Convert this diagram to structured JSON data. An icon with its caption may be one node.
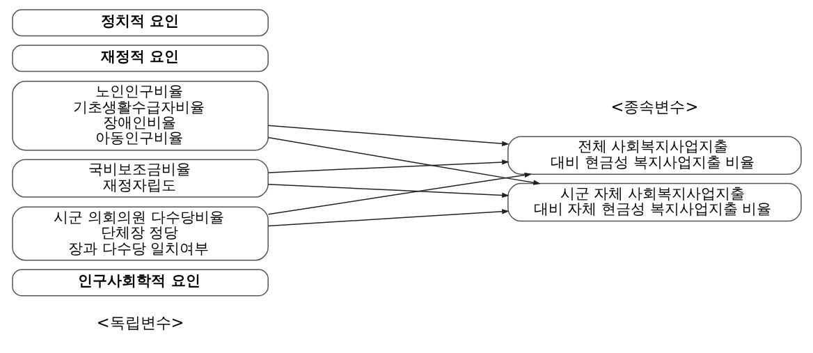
{
  "diagram": {
    "nodes": [
      {
        "text": [
          "인구사회학적 요인"
        ]
      },
      {
        "text": [
          "노인인구비율 기초생활수급자비율 장애인비율 아동인구비율"
        ]
      },
      {
        "text": [
          "재정적 요인"
        ]
      },
      {
        "text": [
          "국비보조금비율 재정자립도"
        ]
      },
      {
        "text": [
          "정치적 요인"
        ]
      },
      {
        "text": [
          "시군 의회의원 다수당비율 단체장 정당 장과 다수당 일치여부"
        ]
      },
      {
        "text": [
          "전체 사회복지사업지출 대비 현금성 복지사업지출 비율"
        ]
      },
      {
        "text": [
          "시군 자체 사회복지사업지출 대비 자체 현금성 복지사업지출 비율"
        ]
      }
    ],
    "edges": [
      {
        "from": 1,
        "to": 6,
        "arrow": "to"
      },
      {
        "from": 1,
        "to": 7,
        "arrow": "to"
      },
      {
        "from": 3,
        "to": 6,
        "arrow": "to"
      },
      {
        "from": 3,
        "to": 7,
        "arrow": "to"
      },
      {
        "from": 5,
        "to": 6,
        "arrow": "to"
      },
      {
        "from": 5,
        "to": 7,
        "arrow": "to"
      }
    ],
    "labels": [
      "<독립변수>",
      "<종속변수>"
    ]
  }
}
